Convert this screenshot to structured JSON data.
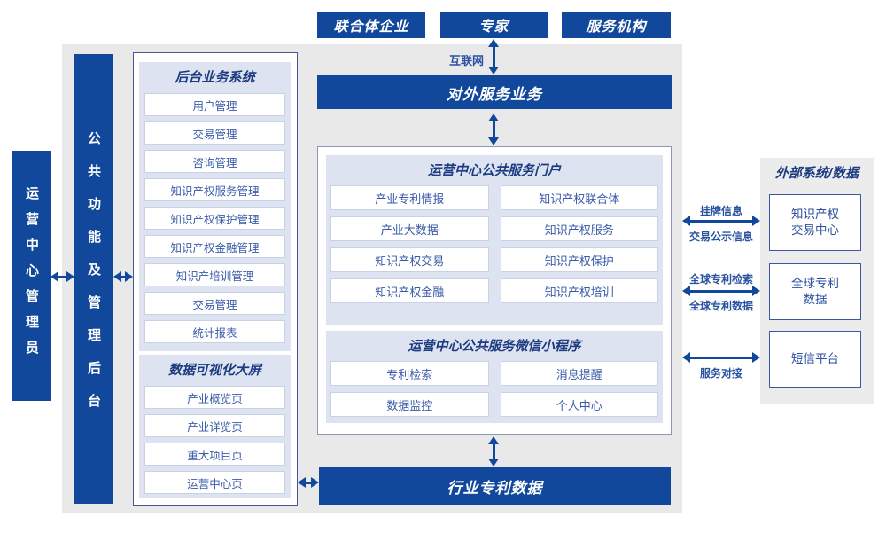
{
  "colors": {
    "primary_blue": "#11489c",
    "panel_lavender": "#dde3f1",
    "canvas_gray": "#e9e9e9",
    "item_text_blue": "#3a5ba9",
    "title_navy": "#1c3b80"
  },
  "top_actors": [
    "联合体企业",
    "专家",
    "服务机构"
  ],
  "internet_label": "互联网",
  "external_service_bar": "对外服务业务",
  "left_bars": {
    "operator": "运营中心管理员",
    "backend": "公共功能及管理后台"
  },
  "backend_panel": {
    "title": "后台业务系统",
    "items": [
      "用户管理",
      "交易管理",
      "咨询管理",
      "知识产权服务管理",
      "知识产权保护管理",
      "知识产权金融管理",
      "知识产培训管理",
      "交易管理",
      "统计报表"
    ]
  },
  "dataviz_panel": {
    "title": "数据可视化大屏",
    "items": [
      "产业概览页",
      "产业详览页",
      "重大项目页",
      "运营中心页"
    ]
  },
  "portal": {
    "title": "运营中心公共服务门户",
    "items": [
      "产业专利情报",
      "知识产权联合体",
      "产业大数据",
      "知识产权服务",
      "知识产权交易",
      "知识产权保护",
      "知识产权金融",
      "知识产权培训"
    ]
  },
  "miniprogram": {
    "title": "运营中心公共服务微信小程序",
    "items": [
      "专利检索",
      "消息提醒",
      "数据监控",
      "个人中心"
    ]
  },
  "industry_patent_bar": "行业专利数据",
  "external_panel": {
    "title": "外部系统/数据",
    "systems": [
      {
        "lines": [
          "知识产权",
          "交易中心"
        ]
      },
      {
        "lines": [
          "全球专利",
          "数据"
        ]
      },
      {
        "lines": [
          "短信平台"
        ]
      }
    ]
  },
  "connectors": {
    "listing_info": "挂牌信息",
    "trade_publicity_info": "交易公示信息",
    "global_patent_search": "全球专利检索",
    "global_patent_data": "全球专利数据",
    "service_connection": "服务对接"
  }
}
